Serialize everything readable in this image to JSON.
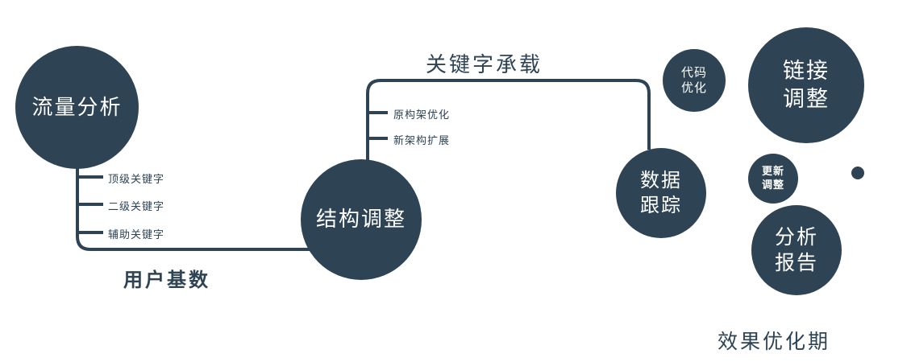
{
  "colors": {
    "primary": "#2e4354",
    "text_on_node": "#ffffff"
  },
  "nodes": {
    "traffic": {
      "label": "流量分析"
    },
    "structure": {
      "label": "结构调整"
    },
    "data_tracking": {
      "line1": "数据",
      "line2": "跟踪"
    },
    "code_optimization": {
      "line1": "代码",
      "line2": "优化"
    },
    "link_adjustment": {
      "line1": "链接",
      "line2": "调整"
    },
    "update_adjustment": {
      "line1": "更新",
      "line2": "调整"
    },
    "analysis_report": {
      "line1": "分析",
      "line2": "报告"
    }
  },
  "edge_labels": {
    "user_base": "用户基数",
    "keyword_bearing": "关键字承载"
  },
  "tick_labels": {
    "traffic": [
      "顶级关键字",
      "二级关键字",
      "辅助关键字"
    ],
    "structure": [
      "原构架优化",
      "新架构扩展"
    ]
  },
  "footer": {
    "label": "效果优化期"
  }
}
